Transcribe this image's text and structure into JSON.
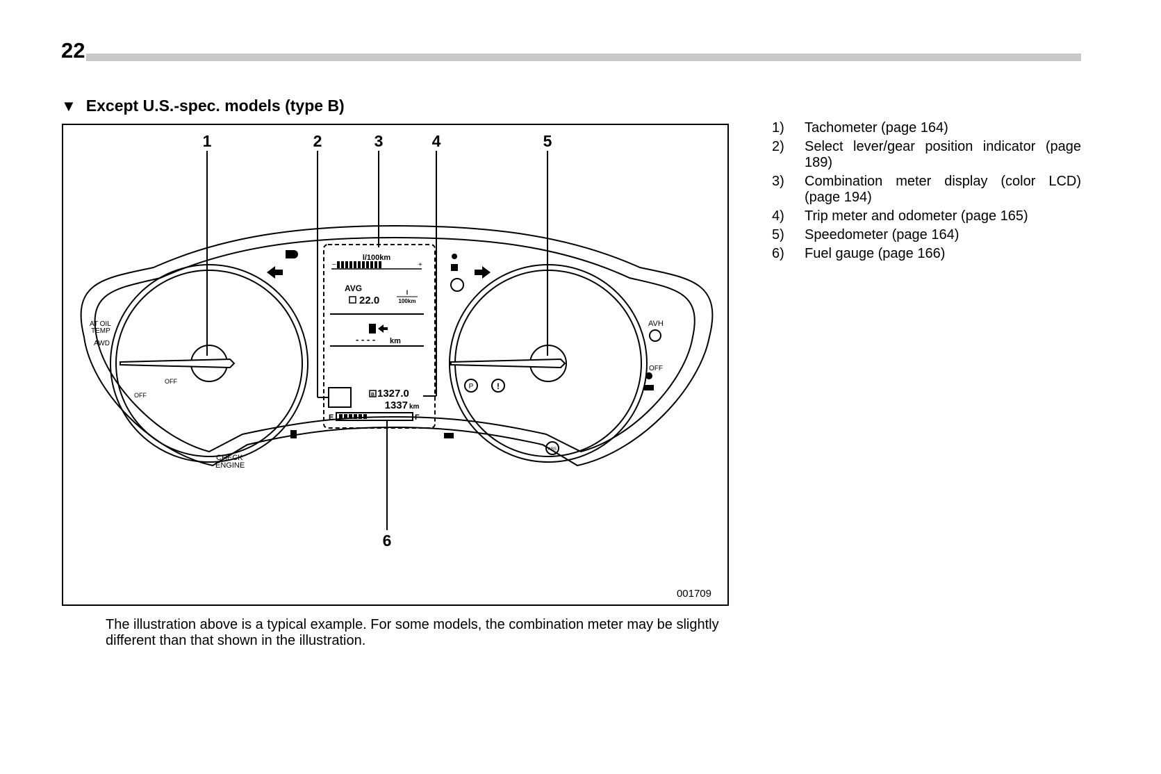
{
  "page": {
    "number": "22"
  },
  "section": {
    "title": "Except U.S.-spec. models (type B)"
  },
  "figure": {
    "callouts": [
      "1",
      "2",
      "3",
      "4",
      "5",
      "6"
    ],
    "figure_id": "001709",
    "lcd": {
      "unit": "l/100km",
      "bar_minus": "−",
      "bar_plus": "+",
      "avg_label": "AVG",
      "avg_value": "22.0",
      "avg_unit_top": "l",
      "avg_unit_bottom": "100km",
      "range_value": "- - - -",
      "range_unit": "km",
      "trip_value": "1327.0",
      "odo_value": "1337",
      "odo_unit": "km",
      "trip_badge": "B",
      "fuel_e": "E",
      "fuel_f": "F"
    },
    "labels": {
      "at_oil_temp_1": "AT OIL",
      "at_oil_temp_2": "TEMP",
      "awd": "AWD",
      "check_engine_1": "CHECK",
      "check_engine_2": "ENGINE",
      "off_1": "OFF",
      "off_2": "OFF",
      "avh": "AVH",
      "off_3": "OFF",
      "abs": "ABS",
      "parking": "P",
      "brake": "!"
    }
  },
  "legend": [
    {
      "num": "1)",
      "text": "Tachometer (page 164)"
    },
    {
      "num": "2)",
      "text": "Select lever/gear position indicator (page 189)"
    },
    {
      "num": "3)",
      "text": "Combination meter display (color LCD) (page 194)"
    },
    {
      "num": "4)",
      "text": "Trip meter and odometer (page 165)"
    },
    {
      "num": "5)",
      "text": "Speedometer (page 164)"
    },
    {
      "num": "6)",
      "text": "Fuel gauge (page 166)"
    }
  ],
  "caption": "The illustration above is a typical example. For some models, the combination meter may be slightly different than that shown in the illustration."
}
